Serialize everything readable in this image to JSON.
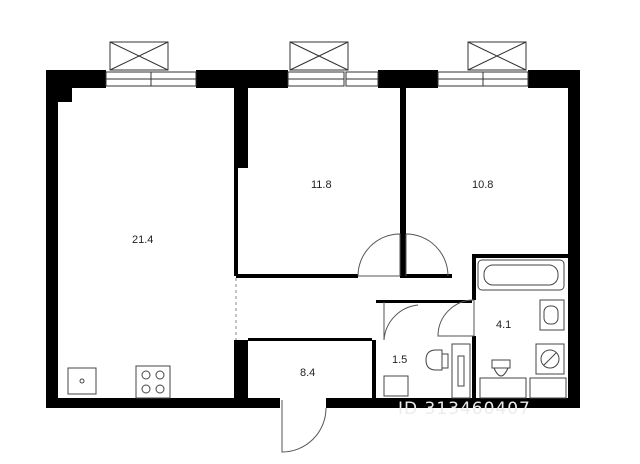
{
  "colors": {
    "wall": "#000000",
    "line": "#333333",
    "door": "#555555",
    "watermark": "#ececec"
  },
  "rooms": [
    {
      "id": "living",
      "label": "21.4"
    },
    {
      "id": "bedroom-1",
      "label": "11.8"
    },
    {
      "id": "bedroom-2",
      "label": "10.8"
    },
    {
      "id": "bathroom",
      "label": "4.1"
    },
    {
      "id": "wc",
      "label": "1.5"
    },
    {
      "id": "hall",
      "label": "8.4"
    }
  ],
  "watermark": "ID 313460407"
}
